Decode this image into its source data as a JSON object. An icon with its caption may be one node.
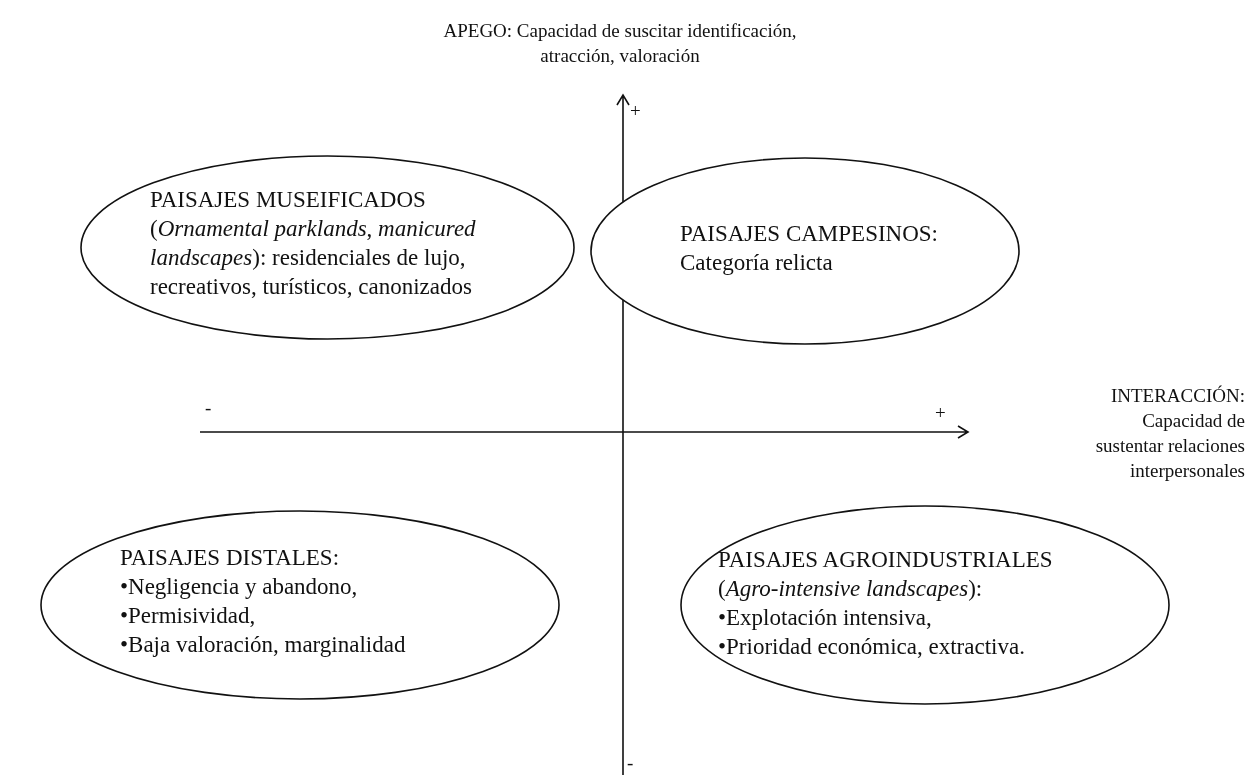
{
  "diagram": {
    "nodes": [
      {
        "text": [
          "PAISAJES MUSEIFICADOS",
          "(*Ornamental parklands*, *manicured landscapes*): residenciales de lujo, recreativos, turísticos, canonizados"
        ]
      },
      {
        "text": [
          "PAISAJES CAMPESINOS:",
          "Categoría relicta"
        ]
      },
      {
        "text": [
          "PAISAJES DISTALES:",
          "•Negligencia y abandono,",
          "•Permisividad,",
          "•Baja valoración, marginalidad"
        ]
      },
      {
        "text": [
          "PAISAJES AGROINDUSTRIALES",
          "(*Agro-intensive landscapes*):",
          "•Explotación intensiva,",
          "•Prioridad económica, extractiva."
        ]
      }
    ],
    "labels": [
      "APEGO: Capacidad de suscitar identificación, atracción, valoración",
      "+",
      "INTERACCIÓN: Capacidad de sustentar relaciones interpersonales",
      "-",
      "+",
      "-"
    ]
  }
}
